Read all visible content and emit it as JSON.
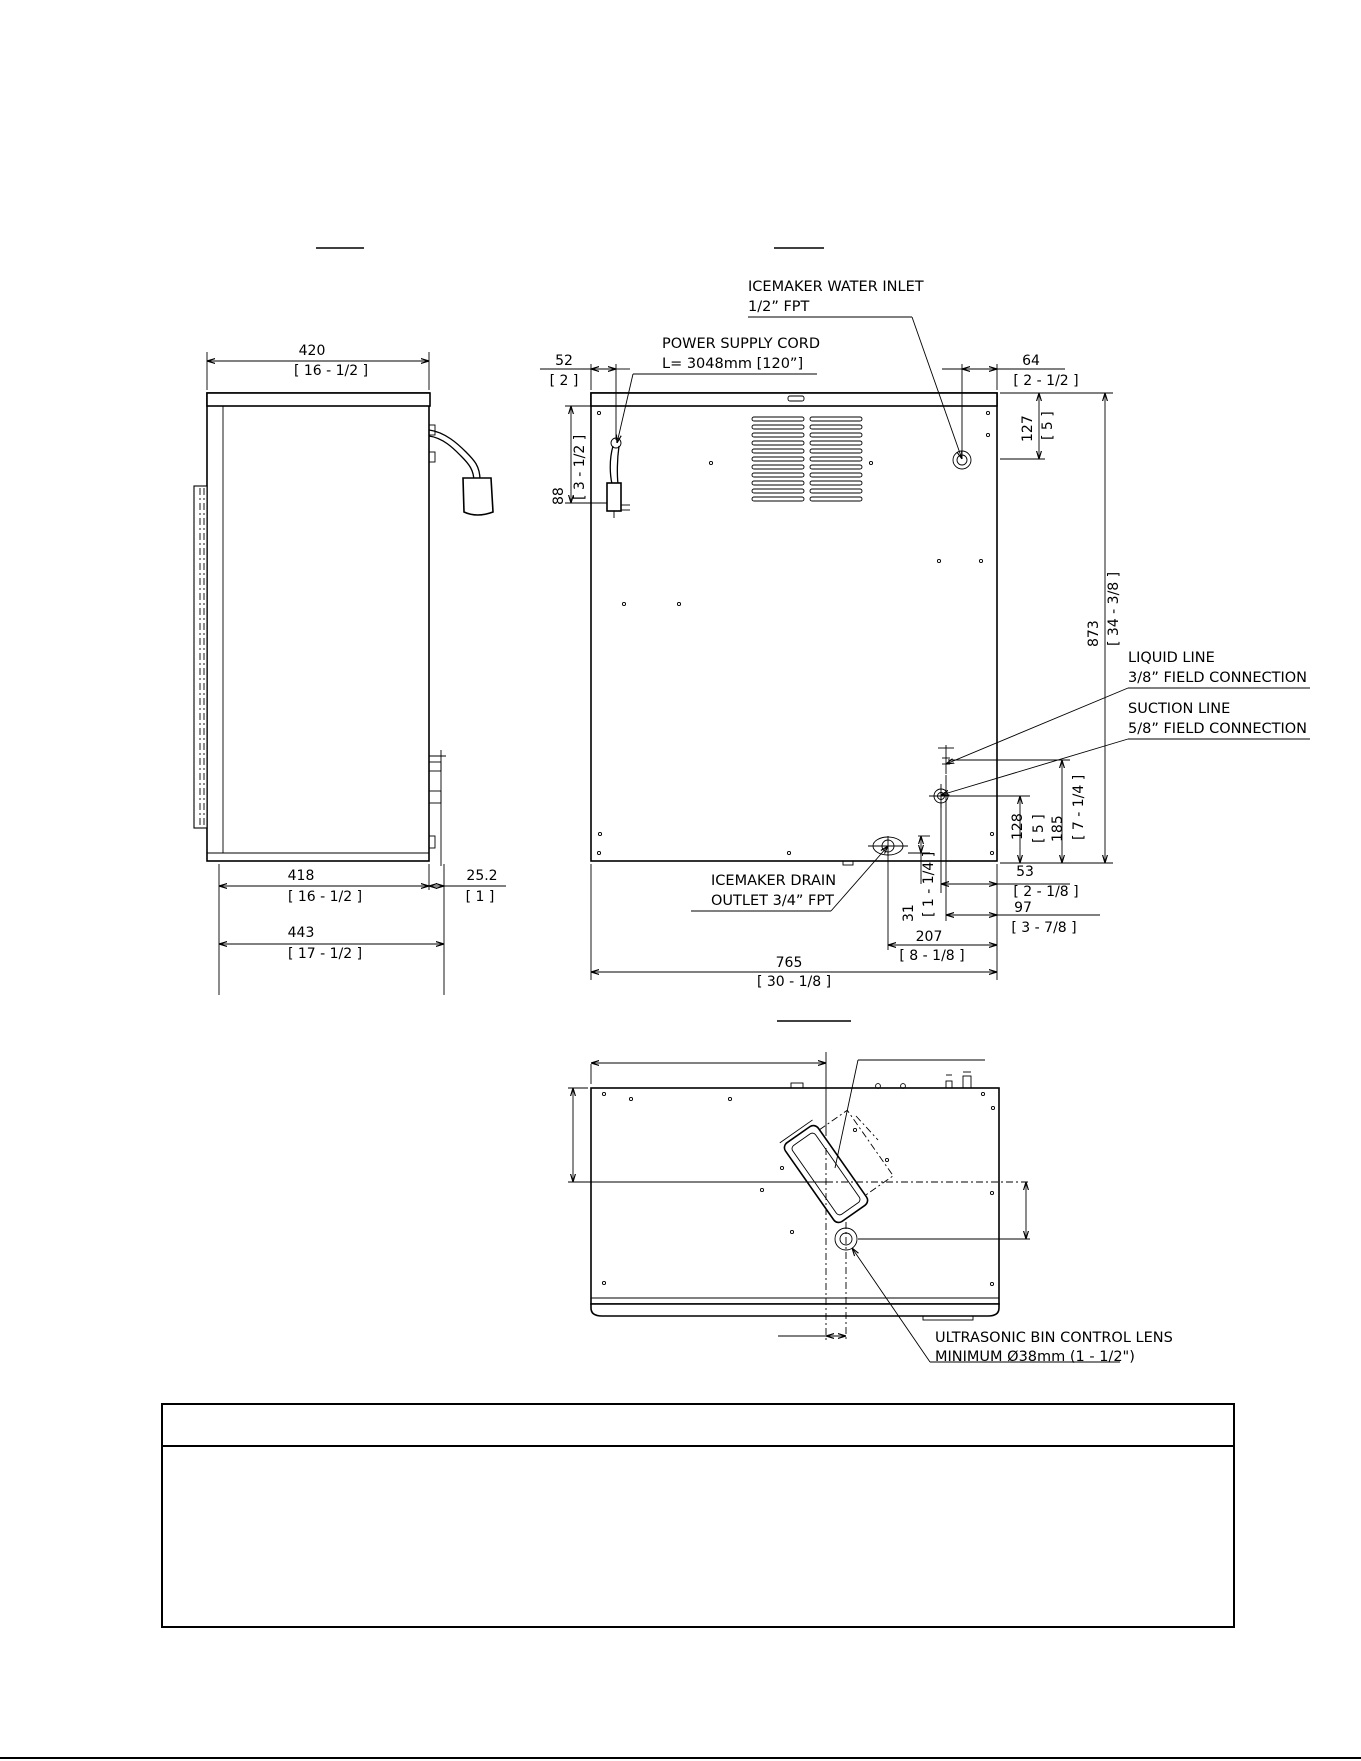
{
  "side_view": {
    "width_top": {
      "mm": "420",
      "in": "[ 16 - 1/2 ]"
    },
    "width_body": {
      "mm": "418",
      "in": "[ 16 - 1/2 ]"
    },
    "fitting_depth": {
      "mm": "25.2",
      "in": "[ 1 ]"
    },
    "width_overall": {
      "mm": "443",
      "in": "[ 17 - 1/2 ]"
    }
  },
  "rear_view": {
    "callouts": {
      "water_inlet": [
        "ICEMAKER WATER INLET",
        "1/2” FPT"
      ],
      "power_cord": [
        "POWER SUPPLY CORD",
        "L= 3048mm [120”]"
      ],
      "liquid_line": [
        "LIQUID LINE",
        "3/8” FIELD CONNECTION"
      ],
      "suction_line": [
        "SUCTION LINE",
        "5/8” FIELD CONNECTION"
      ],
      "drain": [
        "ICEMAKER DRAIN",
        "OUTLET 3/4” FPT"
      ]
    },
    "dims": {
      "cord_offset": {
        "mm": "52",
        "in": "[ 2 ]"
      },
      "cord_height": {
        "mm": "88",
        "in": "[ 3 - 1/2 ]"
      },
      "inlet_offset": {
        "mm": "64",
        "in": "[ 2 - 1/2 ]"
      },
      "inlet_height": {
        "mm": "127",
        "in": "[ 5 ]"
      },
      "height_overall": {
        "mm": "873",
        "in": "[ 34 - 3/8 ]"
      },
      "suction_height": {
        "mm": "128",
        "in": "[ 5 ]"
      },
      "liquid_height": {
        "mm": "185",
        "in": "[ 7 - 1/4 ]"
      },
      "suction_offset": {
        "mm": "53",
        "in": "[ 2 - 1/8 ]"
      },
      "liquid_offset": {
        "mm": "97",
        "in": "[ 3 - 7/8 ]"
      },
      "drain_height": {
        "mm": "31",
        "in": "[ 1 - 1/4 ]"
      },
      "drain_offset": {
        "mm": "207",
        "in": "[ 8 - 1/8 ]"
      },
      "width_overall": {
        "mm": "765",
        "in": "[ 30 - 1/8 ]"
      }
    }
  },
  "bottom_view": {
    "lens_callout": [
      "ULTRASONIC BIN CONTROL LENS",
      "MINIMUM Ø38mm (1 - 1/2\")"
    ]
  }
}
